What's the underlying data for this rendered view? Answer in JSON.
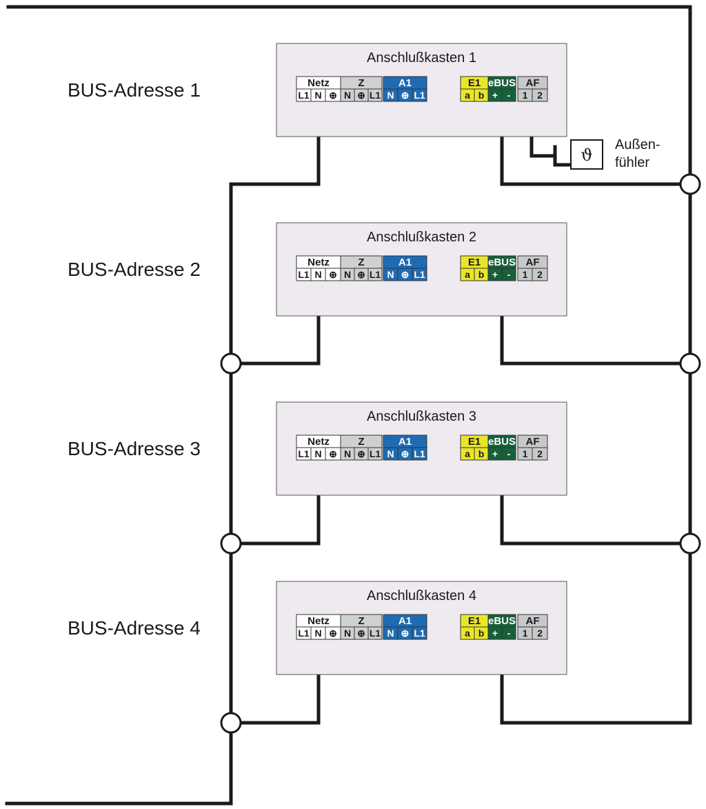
{
  "addresses": [
    "BUS-Adresse  1",
    "BUS-Adresse  2",
    "BUS-Adresse  3",
    "BUS-Adresse  4"
  ],
  "boxes": [
    "Anschlußkasten 1",
    "Anschlußkasten 2",
    "Anschlußkasten 3",
    "Anschlußkasten 4"
  ],
  "groups": {
    "netz": {
      "title": "Netz",
      "pins": [
        "L1",
        "N",
        "⊕"
      ]
    },
    "z": {
      "title": "Z",
      "pins": [
        "N",
        "⊕",
        "L1"
      ]
    },
    "a1": {
      "title": "A1",
      "pins": [
        "N",
        "⊕",
        "L1"
      ]
    },
    "e1": {
      "title": "E1",
      "pins": [
        "a",
        "b"
      ]
    },
    "ebus": {
      "title": "eBUS",
      "pins": [
        "+",
        "-"
      ]
    },
    "af": {
      "title": "AF",
      "pins": [
        "1",
        "2"
      ]
    }
  },
  "sensor": {
    "line1": "Außen-",
    "line2": "fühler",
    "symbol": "ϑ"
  },
  "colors": {
    "wire": "#1a1a1a",
    "box_bg": "#efeaf0",
    "netz_bg": "#ffffff",
    "z_bg": "#cfd0d0",
    "a1_bg": "#1f6bb3",
    "e1_bg": "#e9e62a",
    "ebus_bg": "#17603a",
    "af_bg": "#c7c8c9"
  }
}
